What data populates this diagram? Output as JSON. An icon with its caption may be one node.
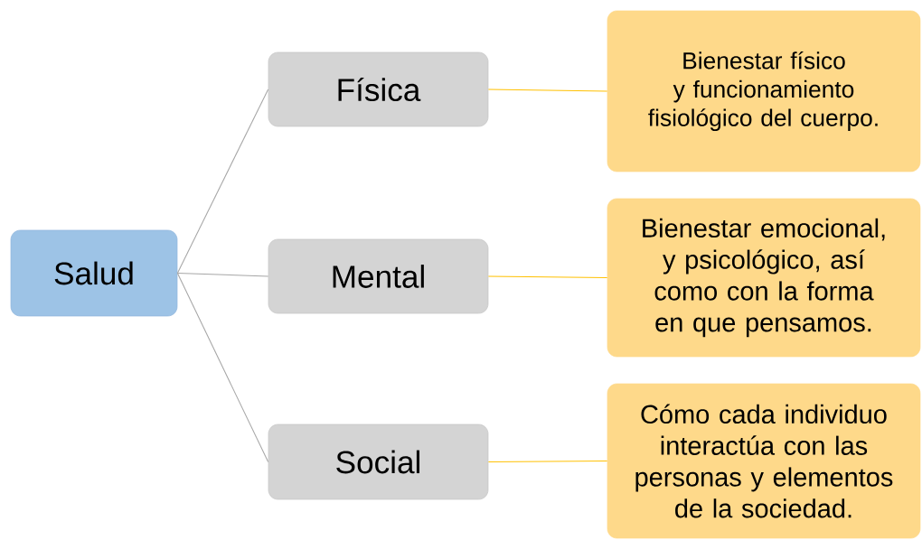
{
  "diagram": {
    "nodes": [
      {
        "text": [
          "Salud"
        ]
      },
      {
        "text": [
          "Física"
        ]
      },
      {
        "text": [
          "Mental"
        ]
      },
      {
        "text": [
          "Social"
        ]
      },
      {
        "text": [
          "Bienestar físico y funcionamiento fisiológico del cuerpo."
        ]
      },
      {
        "text": [
          "Bienestar emocional, y psicológico, así como con la forma en que pensamos."
        ]
      },
      {
        "text": [
          "Cómo cada individuo interactúa con las personas y elementos de la sociedad."
        ]
      }
    ],
    "edges": [
      {
        "from": 0,
        "to": 1,
        "arrow": "none"
      },
      {
        "from": 0,
        "to": 2,
        "arrow": "none"
      },
      {
        "from": 0,
        "to": 3,
        "arrow": "none"
      },
      {
        "from": 1,
        "to": 4,
        "arrow": "none",
        "color": "#ffc000"
      },
      {
        "from": 2,
        "to": 5,
        "arrow": "none",
        "color": "#ffc000"
      },
      {
        "from": 3,
        "to": 6,
        "arrow": "none",
        "color": "#ffc000"
      }
    ]
  }
}
